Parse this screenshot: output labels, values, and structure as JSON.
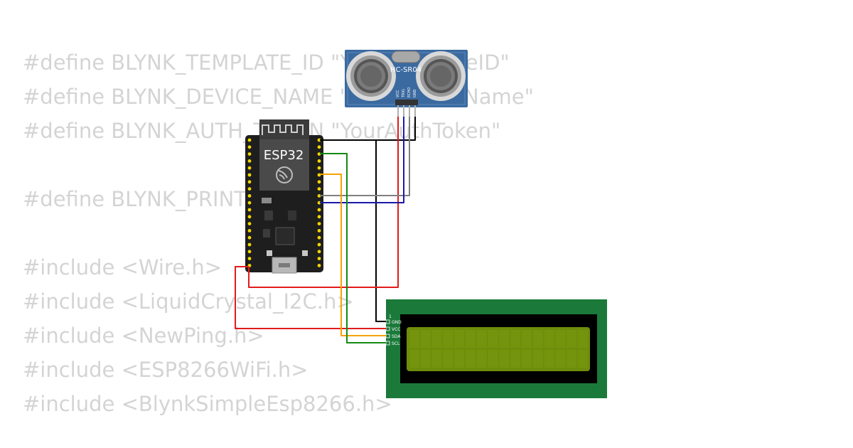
{
  "background_code": [
    {
      "text": "#define BLYNK_TEMPLATE_ID \"YourTemplateID\""
    },
    {
      "text": "#define BLYNK_DEVICE_NAME \"YourDeviceName\""
    },
    {
      "text": "#define BLYNK_AUTH_TOKEN \"YourAuthToken\""
    },
    {
      "text": "#define BLYNK_PRINT Serial"
    },
    {
      "text": "#include <Wire.h>"
    },
    {
      "text": "#include <LiquidCrystal_I2C.h>"
    },
    {
      "text": "#include <NewPing.h>"
    },
    {
      "text": "#include <ESP8266WiFi.h>"
    },
    {
      "text": "#include <BlynkSimpleEsp8266.h>"
    }
  ],
  "esp32": {
    "label": "ESP32",
    "board_color": "#1e1e1e",
    "module_color": "#4a4a4a",
    "pin_color": "#f2d600"
  },
  "sensor": {
    "label": "HC-SR04",
    "pins": [
      "VCC",
      "TRIG",
      "ECHO",
      "GND"
    ],
    "board_color": "#3b6aa0"
  },
  "lcd": {
    "pin_index": "1",
    "pins": [
      "GND",
      "VCC",
      "SDA",
      "SCL"
    ],
    "board_color": "#1b7a3a",
    "screen_color": "#6e8d0b"
  },
  "wire_colors": {
    "gnd": "#000000",
    "vcc": "#e21b1b",
    "trig": "#808080",
    "echo": "#1a1aa8",
    "sda": "#f5a300",
    "scl": "#138a13"
  }
}
